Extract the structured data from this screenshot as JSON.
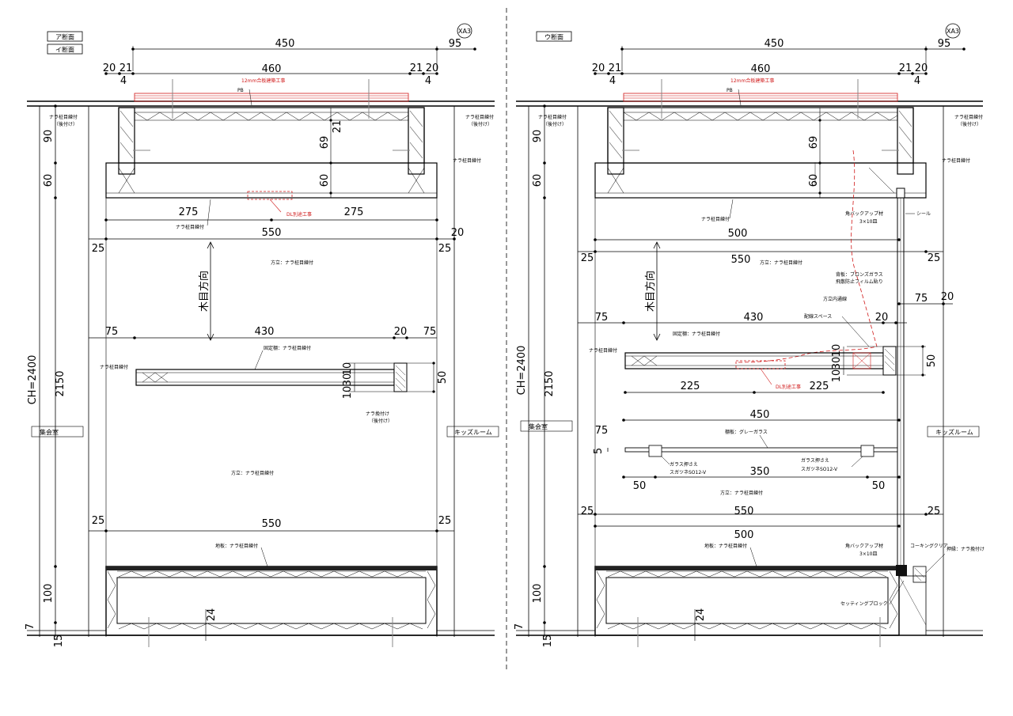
{
  "colors": {
    "line": "#000000",
    "accent": "#d01818",
    "fill_dark": "#222222"
  },
  "left": {
    "tags": [
      "ア断面",
      "イ断面"
    ],
    "sheet_ref": "XA3",
    "rooms": {
      "left": "集会室",
      "right": "キッズルーム"
    },
    "dims": {
      "top_450": "450",
      "top_95": "95",
      "top_460": "460",
      "t20a": "20",
      "t21a": "21",
      "t4a": "4",
      "t21b": "21",
      "t20b": "20",
      "t4b": "4",
      "v90": "90",
      "v60": "60",
      "v21": "21",
      "v69": "69",
      "v60b": "60",
      "d275a": "275",
      "d275b": "275",
      "d550": "550",
      "d20": "20",
      "d25a": "25",
      "d25b": "25",
      "ch": "CH=2400",
      "v2150": "2150",
      "s75a": "75",
      "s430": "430",
      "s20": "20",
      "s75b": "75",
      "s10a": "10",
      "s30": "30",
      "s10b": "10",
      "s50": "50",
      "b25a": "25",
      "b550": "550",
      "b25b": "25",
      "v100": "100",
      "v7": "7",
      "v15": "15",
      "v24": "24"
    },
    "notes": {
      "red_ceiling": "12mm合板建築工事",
      "pb": "PB",
      "nara_l1": "ナラ柾目練付",
      "nara_l2": "（後付け）",
      "nara_r1": "ナラ柾目練付",
      "nara_r2": "（後付け）",
      "nara_r3": "ナラ柾目練付",
      "dl": "DL別途工事",
      "nara_bottom": "ナラ柾目練付",
      "grain": "木目方向",
      "side1": "方立：ナラ柾目練付",
      "shelf": "固定棚：ナラ柾目練付",
      "shelf_left": "ナラ柾目練付",
      "shelf_tip1": "ナラ挽付け",
      "shelf_tip2": "（後付け）",
      "side2": "方立：ナラ柾目練付",
      "floor": "地板：ナラ柾目練付"
    }
  },
  "right": {
    "tag": "ウ断面",
    "sheet_ref": "XA3",
    "rooms": {
      "left": "集会室",
      "right": "キッズルーム"
    },
    "dims": {
      "top_450": "450",
      "top_95": "95",
      "top_460": "460",
      "t20a": "20",
      "t21a": "21",
      "t4a": "4",
      "t21b": "21",
      "t20b": "20",
      "t4b": "4",
      "v90": "90",
      "v60": "60",
      "v69": "69",
      "v60b": "60",
      "d500": "500",
      "d550": "550",
      "d25a": "25",
      "d25b": "25",
      "d75": "75",
      "d20": "20",
      "ch": "CH=2400",
      "v2150": "2150",
      "s75": "75",
      "s430": "430",
      "s20": "20",
      "s10a": "10",
      "s30": "30",
      "s10b": "10",
      "s50": "50",
      "s225a": "225",
      "s225b": "225",
      "g450": "450",
      "g75": "75",
      "g5": "5",
      "g50a": "50",
      "g350": "350",
      "g50b": "50",
      "b25a": "25",
      "b550": "550",
      "b25b": "25",
      "b500": "500",
      "v100": "100",
      "v7": "7",
      "v15": "15",
      "v24": "24"
    },
    "notes": {
      "red_ceiling": "12mm合板建築工事",
      "pb": "PB",
      "nara_l1": "ナラ柾目練付",
      "nara_l2": "（後付け）",
      "nara_r1": "ナラ柾目練付",
      "nara_r2": "（後付け）",
      "nara_r3": "ナラ柾目練付",
      "nara_bottom": "ナラ柾目練付",
      "backup1": "角バックアップ材",
      "backup2": "3×10皿",
      "seal": "シール",
      "glass1": "背板：ブロンズガラス",
      "glass2": "飛散防止フィルム貼り",
      "inner": "方立内通線",
      "wiring": "配線スペース",
      "grain": "木目方向",
      "side1": "方立：ナラ柾目練付",
      "shelf": "固定棚：ナラ柾目練付",
      "shelf_left": "ナラ柾目練付",
      "dl": "DL別途工事",
      "glass_shelf": "棚板：グレーガラス",
      "holder1a": "ガラス押さえ",
      "holder1b": "スガツネSO12-V",
      "holder2a": "ガラス押さえ",
      "holder2b": "スガツネSO12-V",
      "side2": "方立：ナラ柾目練付",
      "floor": "地板：ナラ柾目練付",
      "backup3": "角バックアップ材",
      "backup4": "3×10皿",
      "caulk": "コーキングクリア",
      "stopper": "押縁：ナラ挽付け",
      "setting": "セッティングブロック"
    }
  }
}
